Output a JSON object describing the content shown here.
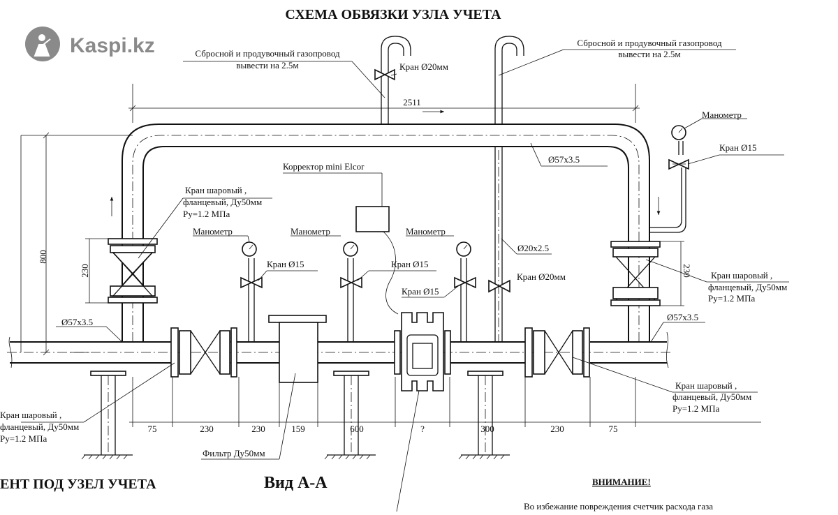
{
  "title": "СХЕМА ОБВЯЗКИ  УЗЛА УЧЕТА",
  "watermark": {
    "text": "Kaspi.kz",
    "icon": "kaspi-logo-icon"
  },
  "labels": {
    "vent_left_1": "Сбросной и продувочный газопровод",
    "vent_left_2": "вывести на 2.5м",
    "vent_right_1": "Сбросной и продувочный газопровод",
    "vent_right_2": "вывести на 2.5м",
    "kran_20_top": "Кран Ø20мм",
    "kran_20_mid": "Кран Ø20мм",
    "manometer_right": "Манометр",
    "kran_15_right": "Кран Ø15",
    "pipe_57_top": "Ø57x3.5",
    "pipe_57_left": "Ø57x3.5",
    "pipe_57_right": "Ø57x3.5",
    "pipe_20": "Ø20x2.5",
    "corrector": "Корректор mini Elcor",
    "ball_valve_left_1": "Кран шаровый ,",
    "ball_valve_left_2": "фланцевый, Ду50мм",
    "ball_valve_left_3": "Ру=1.2 МПа",
    "ball_valve_right_1": "Кран шаровый ,",
    "ball_valve_right_2": "фланцевый, Ду50мм",
    "ball_valve_right_3": "Ру=1.2 МПа",
    "ball_valve_br_1": "Кран шаровый ,",
    "ball_valve_br_2": "фланцевый, Ду50мм",
    "ball_valve_br_3": "Ру=1.2 МПа",
    "ball_valve_bl_1": "Кран шаровый ,",
    "ball_valve_bl_2": "фланцевый, Ду50мм",
    "ball_valve_bl_3": "Ру=1.2 МПа",
    "manometer_1": "Манометр",
    "manometer_2": "Манометр",
    "manometer_3": "Манометр",
    "kran_15_a": "Кран Ø15",
    "kran_15_b": "Кран Ø15",
    "kran_15_c": "Кран Ø15",
    "filter": "Фильтр Ду50мм",
    "foundation": "ЕНТ ПОД УЗЕЛ УЧЕТА",
    "view": "Вид А-А",
    "warning": "ВНИМАНИЕ!",
    "warning_text": "Во избежание повреждения счетчик расхода газа"
  },
  "dimensions": {
    "overall": "2511",
    "height": "800",
    "valve_left": "230",
    "valve_right": "230",
    "bottom": [
      "75",
      "230",
      "230",
      "159",
      "600",
      "?",
      "300",
      "230",
      "75"
    ]
  }
}
